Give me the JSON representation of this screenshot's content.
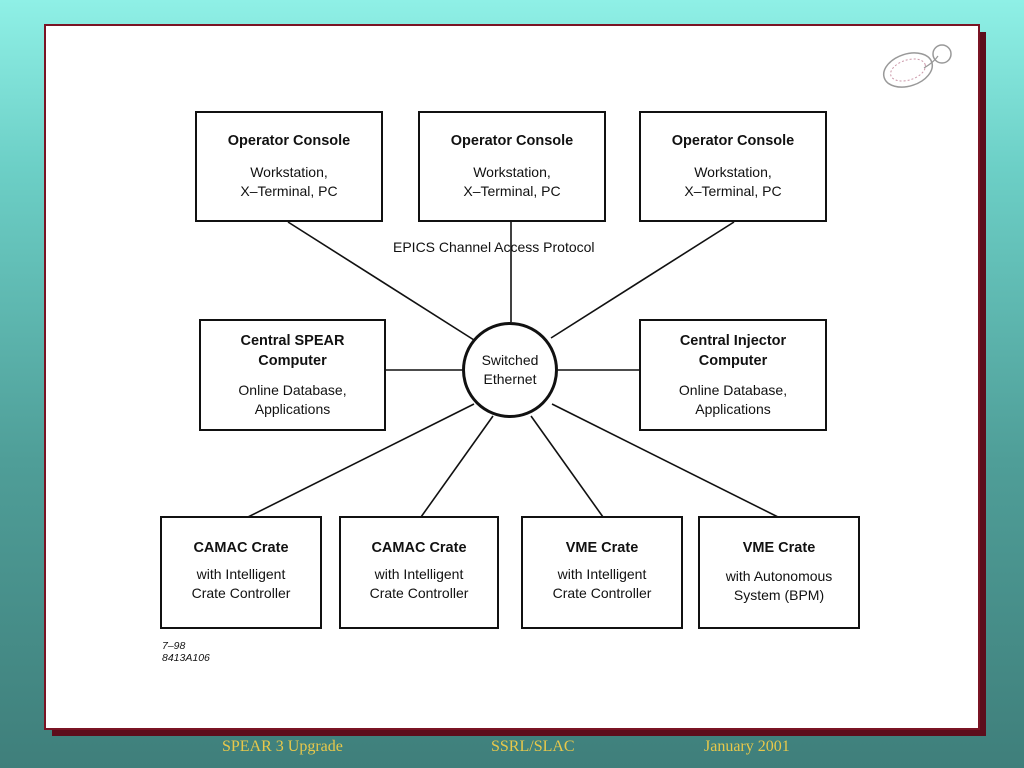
{
  "diagram": {
    "protocol_label": "EPICS Channel Access Protocol",
    "hub": {
      "line1": "Switched",
      "line2": "Ethernet"
    },
    "consoles": [
      {
        "title": "Operator Console",
        "line1": "Workstation,",
        "line2": "X–Terminal, PC"
      },
      {
        "title": "Operator Console",
        "line1": "Workstation,",
        "line2": "X–Terminal, PC"
      },
      {
        "title": "Operator Console",
        "line1": "Workstation,",
        "line2": "X–Terminal, PC"
      }
    ],
    "computers": [
      {
        "title1": "Central SPEAR",
        "title2": "Computer",
        "line1": "Online Database,",
        "line2": "Applications"
      },
      {
        "title1": "Central Injector",
        "title2": "Computer",
        "line1": "Online Database,",
        "line2": "Applications"
      }
    ],
    "crates": [
      {
        "title": "CAMAC Crate",
        "line1": "with Intelligent",
        "line2": "Crate Controller"
      },
      {
        "title": "CAMAC Crate",
        "line1": "with Intelligent",
        "line2": "Crate Controller"
      },
      {
        "title": "VME Crate",
        "line1": "with Intelligent",
        "line2": "Crate Controller"
      },
      {
        "title": "VME Crate",
        "line1": "with Autonomous",
        "line2": "System (BPM)"
      }
    ],
    "figure_code": {
      "line1": "7–98",
      "line2": "8413A106"
    }
  },
  "footer": {
    "left": "SPEAR 3 Upgrade",
    "center": "SSRL/SLAC",
    "right": "January 2001"
  }
}
